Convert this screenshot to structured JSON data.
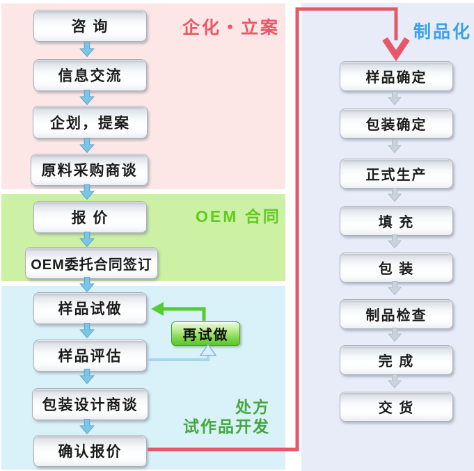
{
  "regions": {
    "planning": {
      "label": "企化・立案",
      "bg": "#fce7e6",
      "label_color": "#ee5566"
    },
    "contract": {
      "label": "OEM 合同",
      "bg": "#ccf0a4",
      "label_color": "#5fcc1f"
    },
    "development": {
      "label_line1": "处方",
      "label_line2": "试作品开发",
      "bg": "#d9f1f8",
      "label_color": "#44a83c"
    },
    "production": {
      "label": "制品化",
      "bg": "#e7ecf8",
      "label_color": "#3aa0e8"
    }
  },
  "left_boxes": [
    "咨 询",
    "信息交流",
    "企划，提案",
    "原料采购商谈",
    "报 价",
    "OEM委托合同签订",
    "样品试做",
    "样品评估",
    "包装设计商谈",
    "确认报价"
  ],
  "right_boxes": [
    "样品确定",
    "包装确定",
    "正式生产",
    "填 充",
    "包 装",
    "制品检查",
    "完 成",
    "交 货"
  ],
  "retry_label": "再试做",
  "colors": {
    "red_connector": "#e8566a",
    "green_connector": "#55cc33",
    "blue_connector": "#a6d8ec",
    "left_step_arrow": "#7cc5e8",
    "right_step_arrow": "#c9d3da",
    "box_text": "#1b1b1b"
  }
}
